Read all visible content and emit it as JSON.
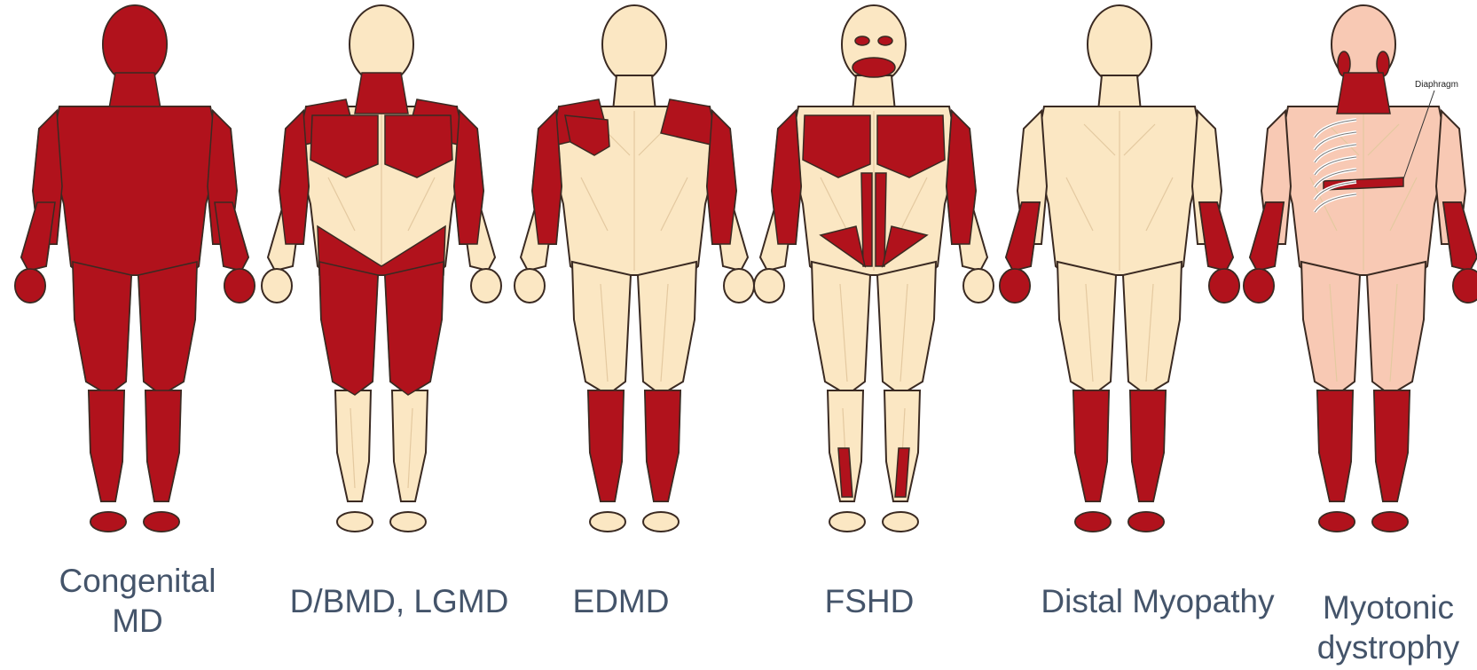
{
  "colors": {
    "affected": "#b1121c",
    "affected_line": "#e8a0a0",
    "unaffected": "#fbe7c3",
    "unaffected_line": "#e4c9a0",
    "myotonic_skin": "#f8c9b4",
    "outline": "#3a2a22",
    "caption": "#44546a"
  },
  "figures": [
    {
      "id": "congenital",
      "caption": [
        "Congenital",
        "MD"
      ],
      "base": "affected",
      "regions": [
        "head",
        "neck",
        "torso",
        "upperarms",
        "forearms",
        "hands",
        "thighs",
        "calves",
        "feet"
      ]
    },
    {
      "id": "dbmd-lgmd",
      "caption": [
        "D/BMD, LGMD"
      ],
      "base": "unaffected",
      "regions": [
        "neck",
        "shoulders",
        "chest",
        "upperarms",
        "hips",
        "thighs"
      ]
    },
    {
      "id": "edmd",
      "caption": [
        "EDMD"
      ],
      "base": "unaffected",
      "regions": [
        "shoulders",
        "scapula",
        "upperarms",
        "calves"
      ]
    },
    {
      "id": "fshd",
      "caption": [
        "FSHD"
      ],
      "base": "unaffected",
      "regions": [
        "eyes",
        "mouth",
        "chest",
        "upperarms",
        "abdomen",
        "shins"
      ]
    },
    {
      "id": "distal",
      "caption": [
        "Distal Myopathy"
      ],
      "base": "unaffected",
      "regions": [
        "forearms",
        "hands",
        "calves",
        "feet"
      ]
    },
    {
      "id": "myotonic",
      "caption": [
        "Myotonic",
        "dystrophy"
      ],
      "base": "myotonic_skin",
      "regions": [
        "face",
        "neck",
        "diaphragm",
        "forearms",
        "hands",
        "calves",
        "feet"
      ],
      "annotation": "Diaphragm"
    }
  ]
}
